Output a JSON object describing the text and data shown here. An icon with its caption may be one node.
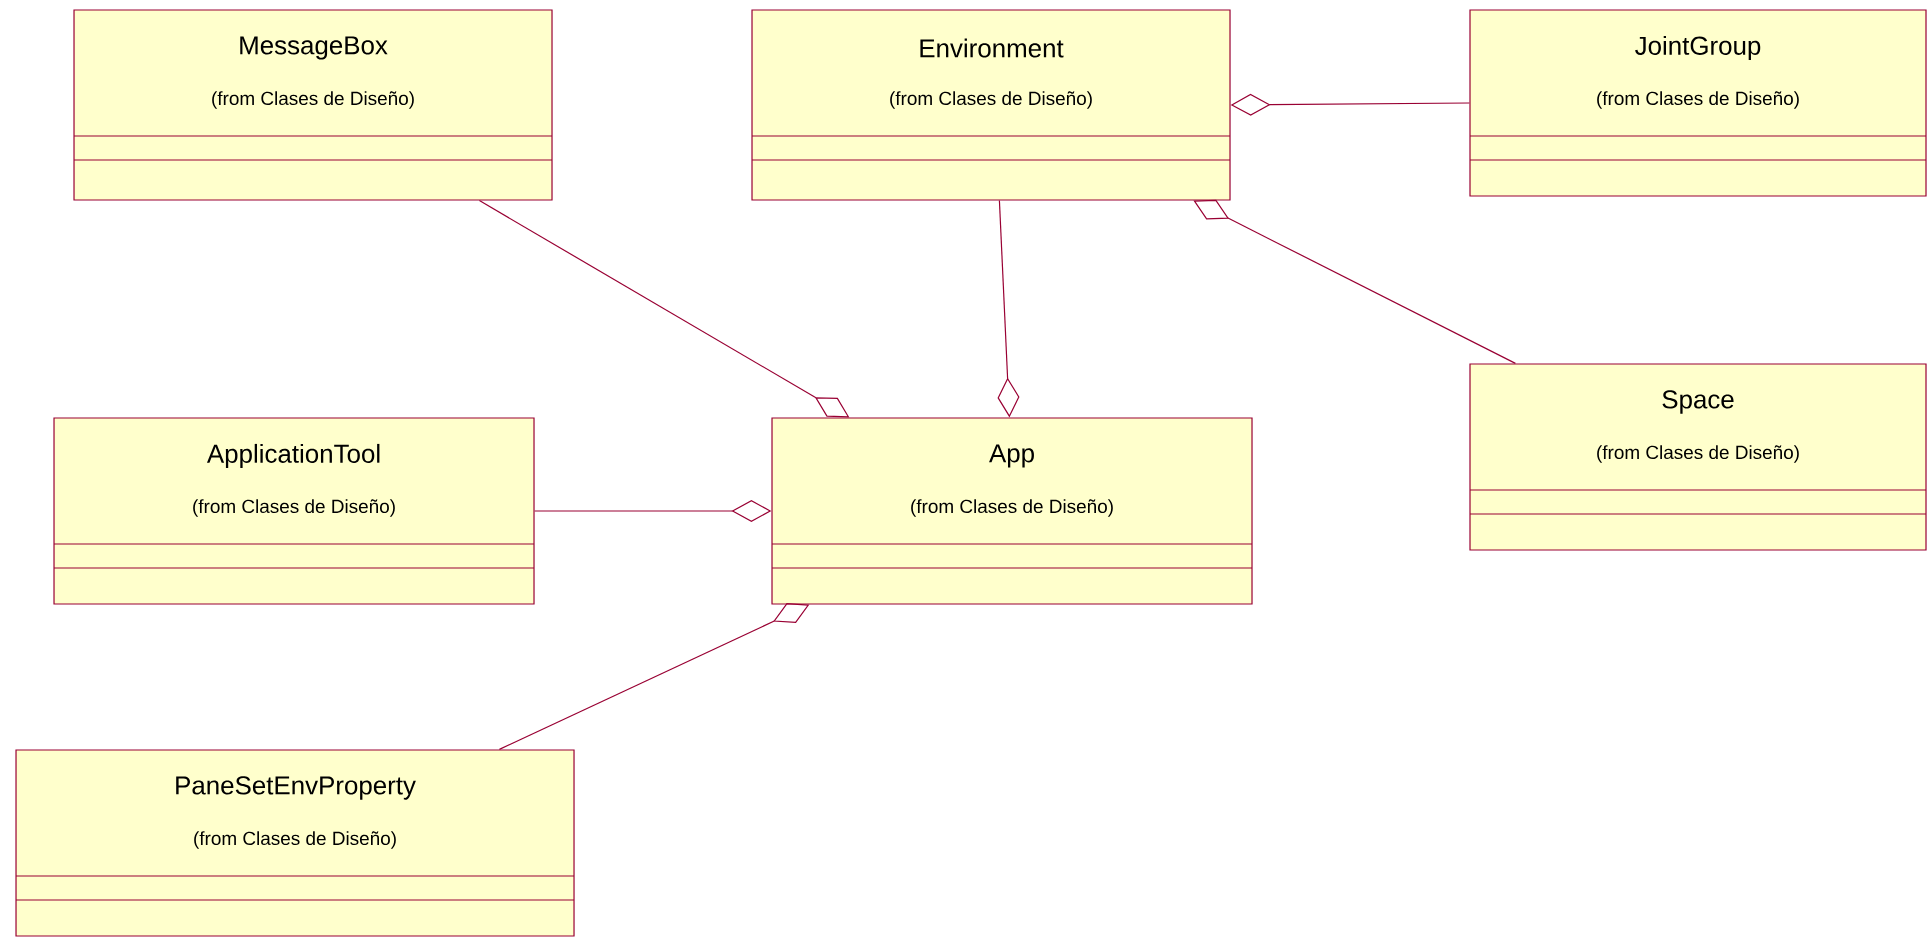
{
  "diagram": {
    "nodes": [
      {
        "text": [
          "MessageBox",
          "(from Clases de Diseño)"
        ]
      },
      {
        "text": [
          "Environment",
          "(from Clases de Diseño)"
        ]
      },
      {
        "text": [
          "JointGroup",
          "(from Clases de Diseño)"
        ]
      },
      {
        "text": [
          "ApplicationTool",
          "(from Clases de Diseño)"
        ]
      },
      {
        "text": [
          "App",
          "(from Clases de Diseño)"
        ]
      },
      {
        "text": [
          "Space",
          "(from Clases de Diseño)"
        ]
      },
      {
        "text": [
          "PaneSetEnvProperty",
          "(from Clases de Diseño)"
        ]
      }
    ],
    "edges": [
      {
        "from": 0,
        "to": 4,
        "arrow": "other"
      },
      {
        "from": 1,
        "to": 4,
        "arrow": "other"
      },
      {
        "from": 2,
        "to": 1,
        "arrow": "other"
      },
      {
        "from": 5,
        "to": 1,
        "arrow": "other"
      },
      {
        "from": 3,
        "to": 4,
        "arrow": "other"
      },
      {
        "from": 6,
        "to": 4,
        "arrow": "other"
      }
    ]
  }
}
